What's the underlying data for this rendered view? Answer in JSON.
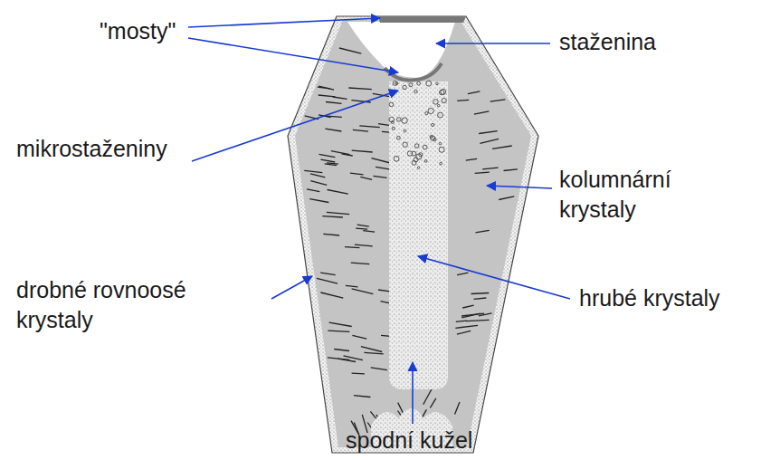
{
  "diagram": {
    "labels": [
      "\"mosty\"",
      "staženina",
      "mikrostaženiny",
      "kolumnární krystaly",
      "drobné rovnoosé krystaly",
      "hrubé krystaly",
      "spodní kužel"
    ]
  }
}
